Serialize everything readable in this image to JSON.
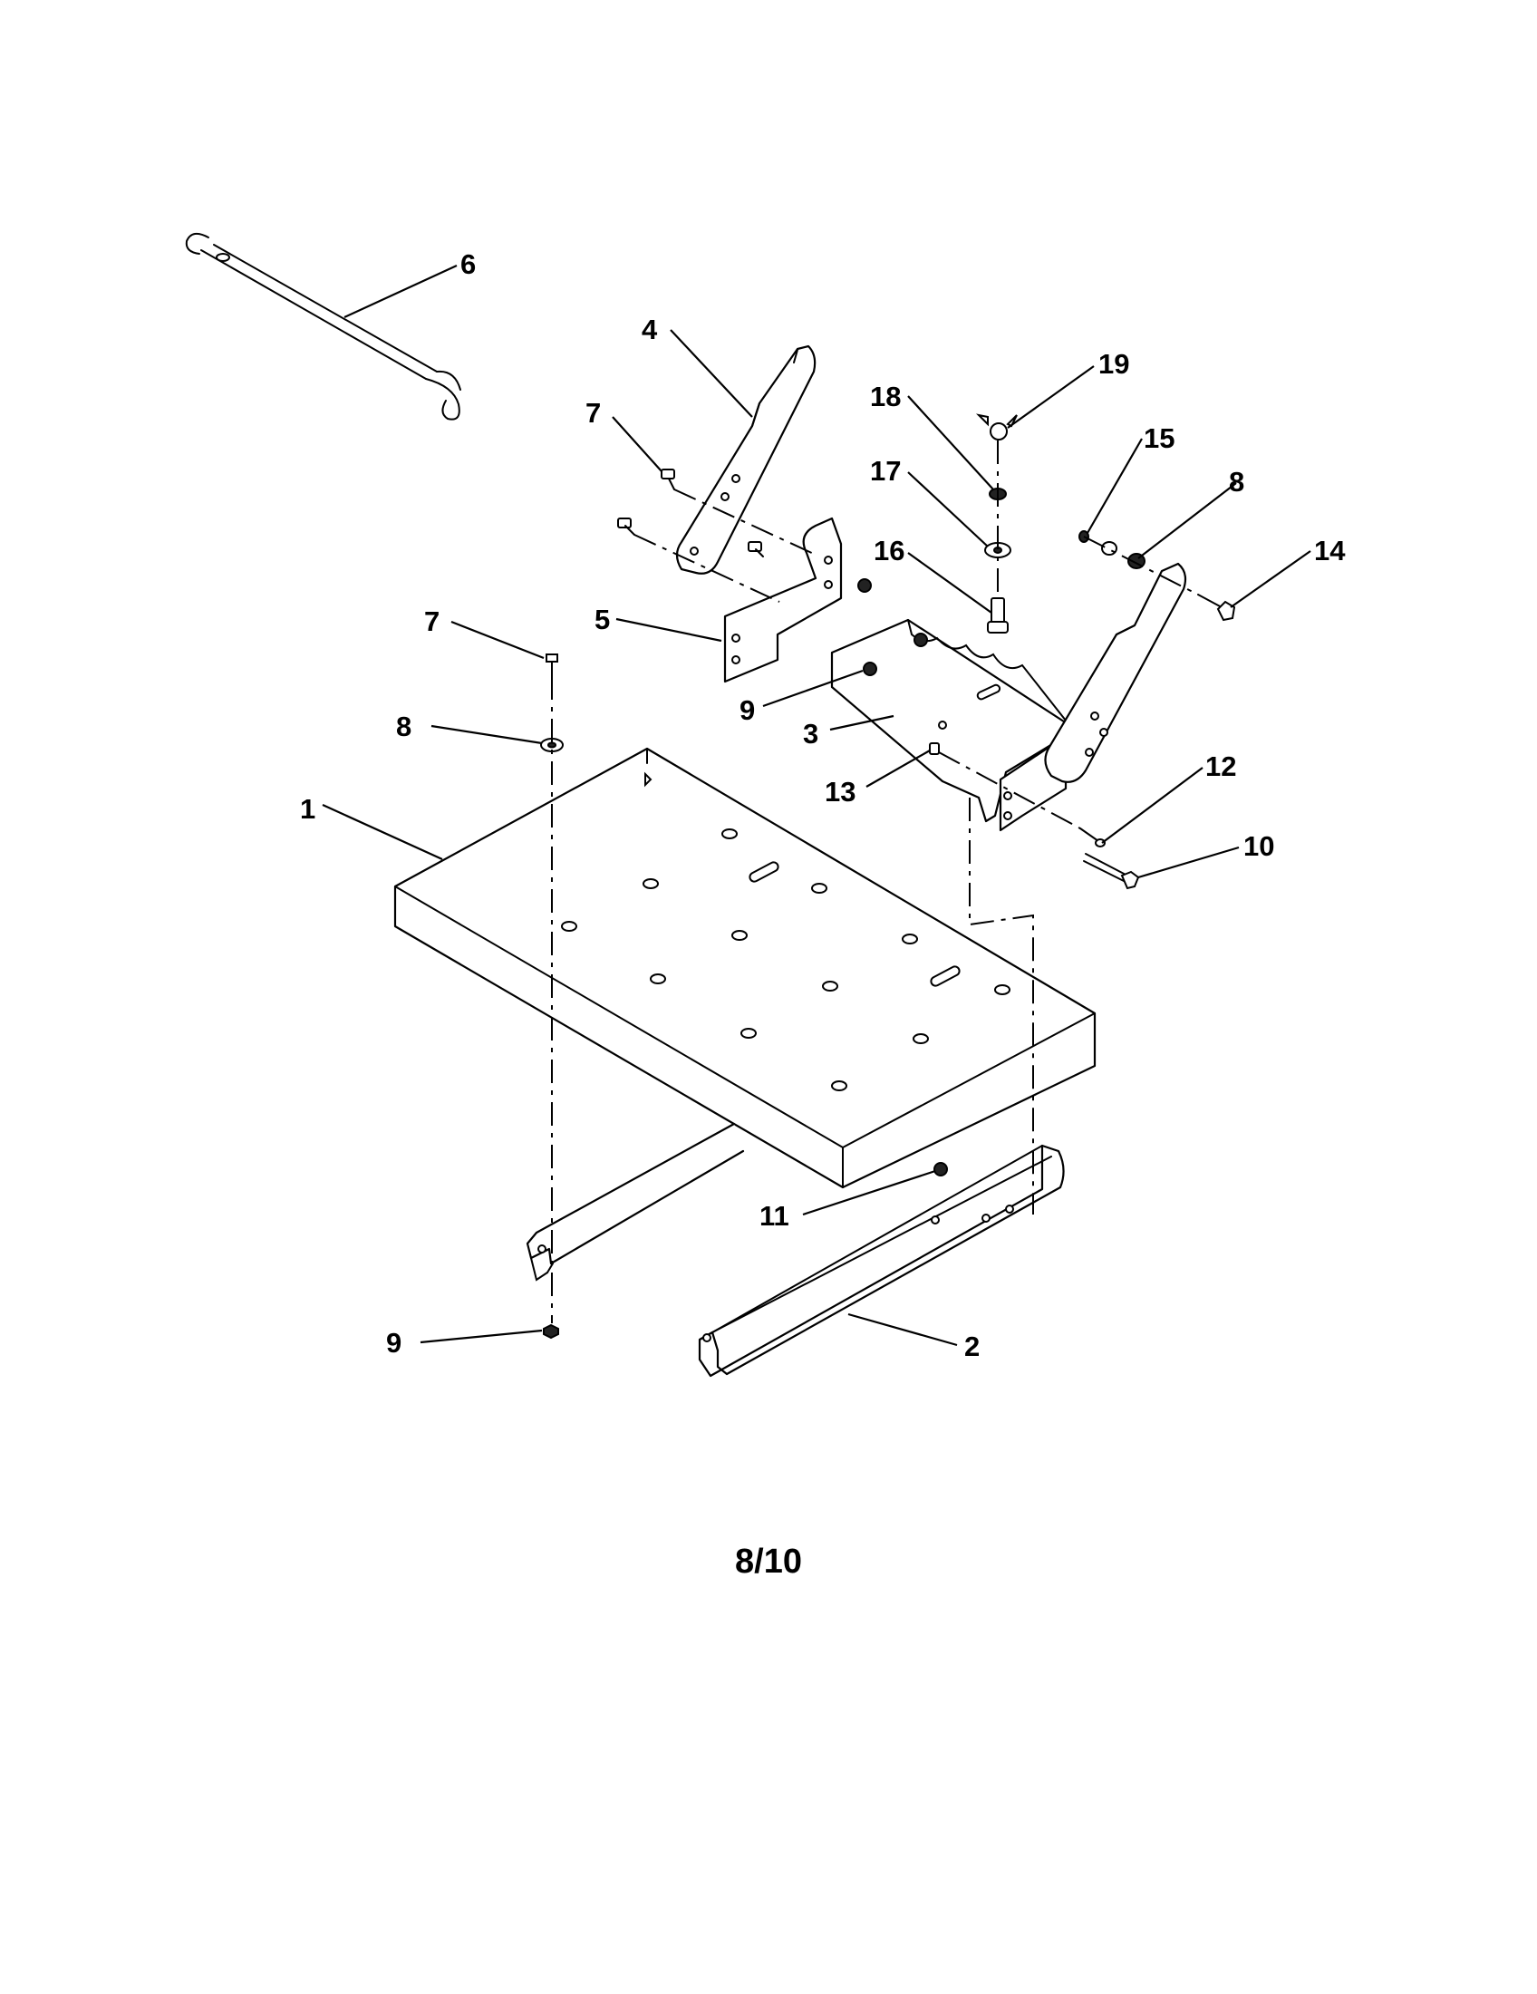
{
  "callouts": {
    "c1": "1",
    "c2": "2",
    "c3": "3",
    "c4": "4",
    "c5": "5",
    "c6": "6",
    "c7a": "7",
    "c7b": "7",
    "c8a": "8",
    "c8b": "8",
    "c9a": "9",
    "c9b": "9",
    "c10": "10",
    "c11": "11",
    "c12": "12",
    "c13": "13",
    "c14": "14",
    "c15": "15",
    "c16": "16",
    "c17": "17",
    "c18": "18",
    "c19": "19"
  },
  "page_number": "8/10"
}
